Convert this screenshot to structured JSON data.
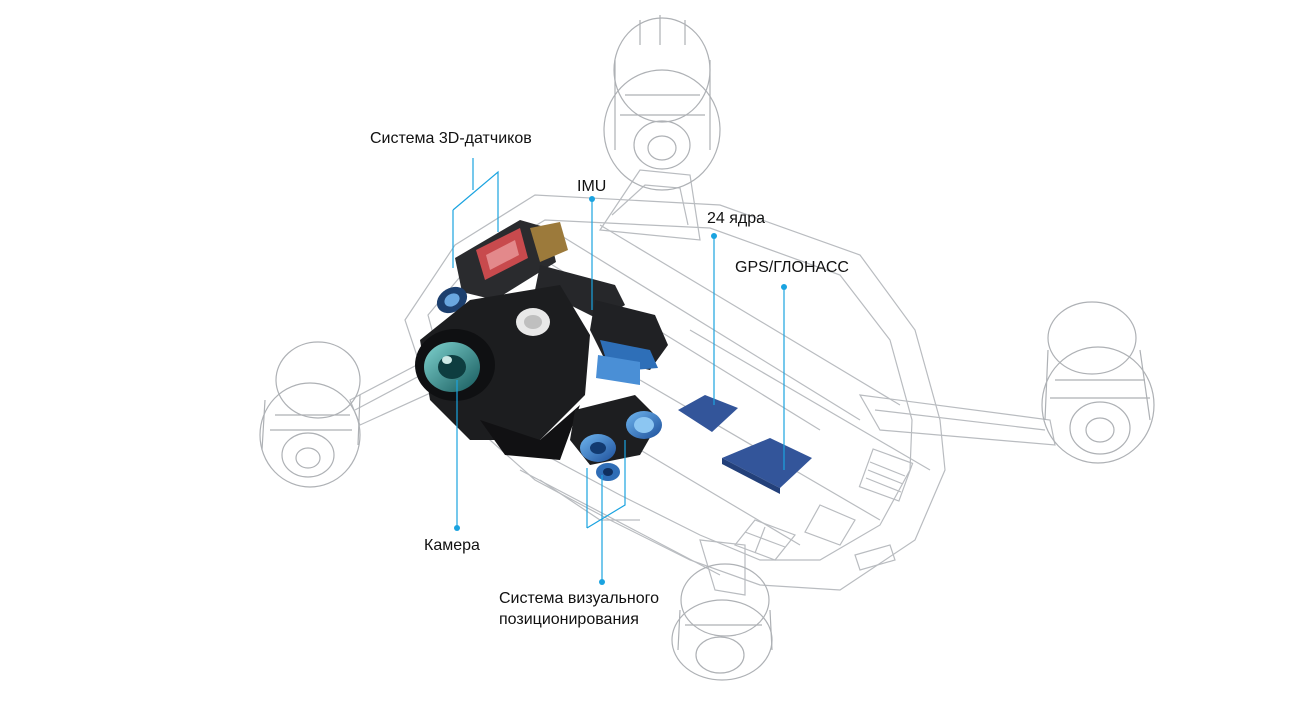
{
  "labels": {
    "sensors_3d": "Система 3D-датчиков",
    "imu": "IMU",
    "cores": "24 ядра",
    "gps": "GPS/ГЛОНАСС",
    "camera": "Камера",
    "vision_line1": "Система визуального",
    "vision_line2": "позиционирования"
  },
  "colors": {
    "callout": "#1aa3e0",
    "wireframe": "#b9bcc0",
    "component_blue": "#2e6fb8",
    "chip_blue": "#33559a",
    "camera_body": "#1c1d1f",
    "lens_teal": "#2a8f93",
    "sensor_red": "#c84a4d"
  },
  "icons": {
    "callout_dot": "callout-dot-icon"
  }
}
